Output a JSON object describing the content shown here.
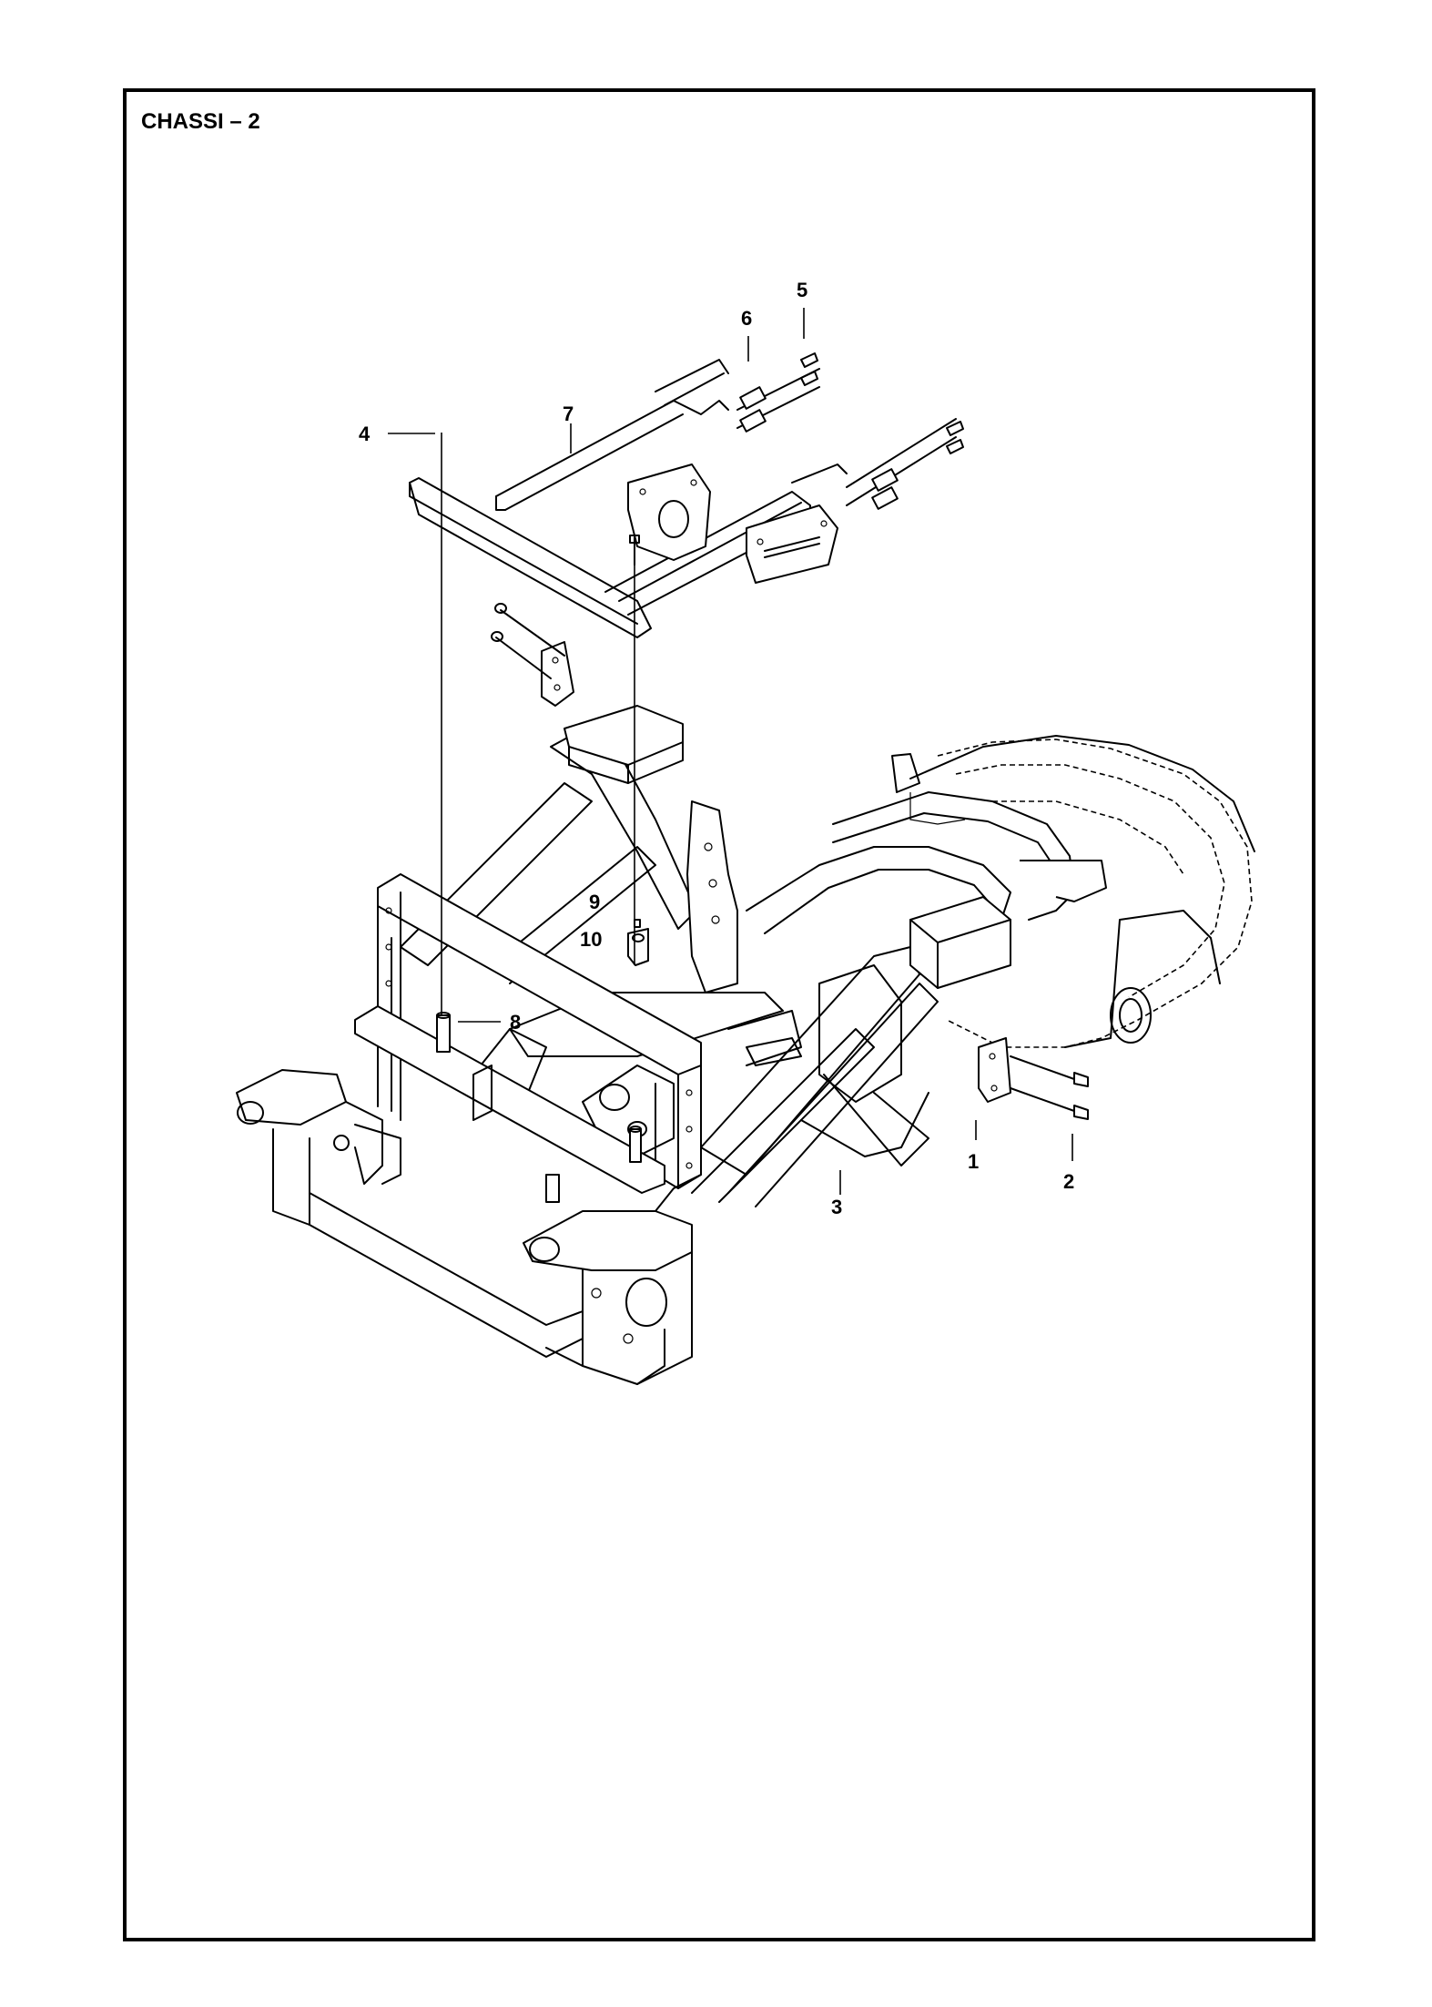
{
  "page": {
    "title": "CHASSI – 2"
  },
  "callouts": {
    "c1": "1",
    "c2": "2",
    "c3": "3",
    "c4": "4",
    "c5": "5",
    "c6": "6",
    "c7": "7",
    "c8": "8",
    "c9": "9",
    "c10": "10"
  }
}
